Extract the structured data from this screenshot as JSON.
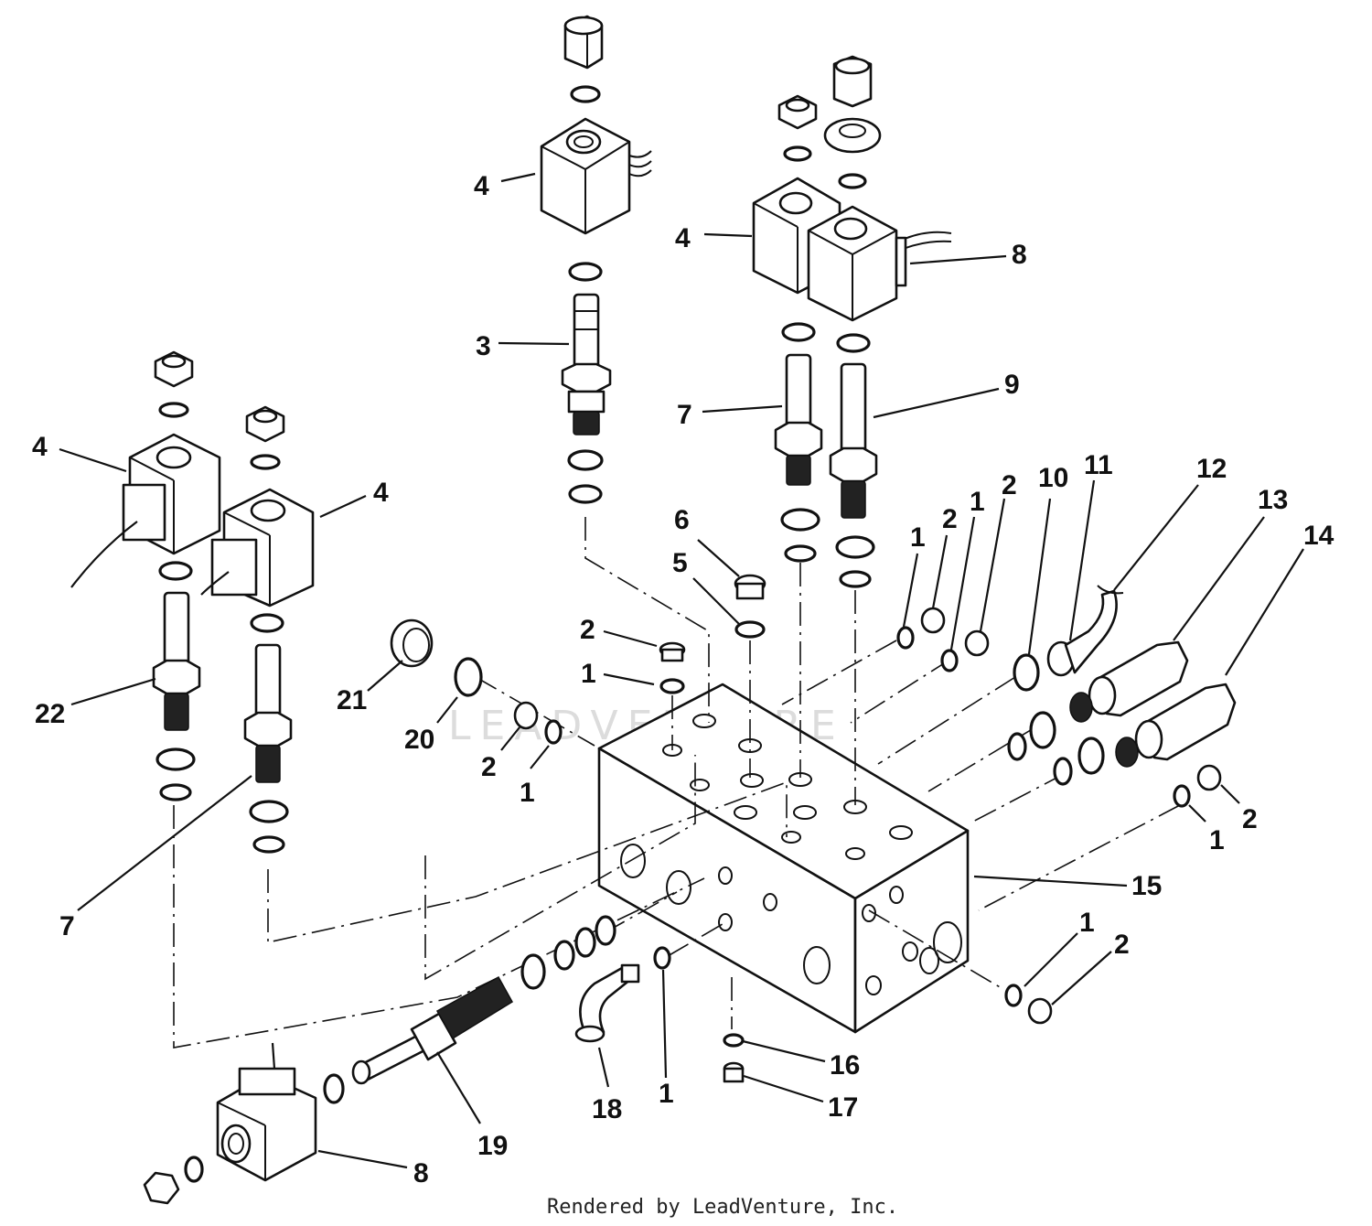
{
  "diagram": {
    "watermark": "LEADVENTURE",
    "credit": "Rendered by LeadVenture, Inc.",
    "callouts": [
      {
        "id": "c4a",
        "label": "4"
      },
      {
        "id": "c3",
        "label": "3"
      },
      {
        "id": "c4b",
        "label": "4"
      },
      {
        "id": "c8a",
        "label": "8"
      },
      {
        "id": "c7a",
        "label": "7"
      },
      {
        "id": "c9",
        "label": "9"
      },
      {
        "id": "c4c",
        "label": "4"
      },
      {
        "id": "c4d",
        "label": "4"
      },
      {
        "id": "c22",
        "label": "22"
      },
      {
        "id": "c7b",
        "label": "7"
      },
      {
        "id": "c6",
        "label": "6"
      },
      {
        "id": "c5",
        "label": "5"
      },
      {
        "id": "c2a",
        "label": "2"
      },
      {
        "id": "c1a",
        "label": "1"
      },
      {
        "id": "c21",
        "label": "21"
      },
      {
        "id": "c20",
        "label": "20"
      },
      {
        "id": "c2b",
        "label": "2"
      },
      {
        "id": "c1b",
        "label": "1"
      },
      {
        "id": "c1c",
        "label": "1"
      },
      {
        "id": "c2c",
        "label": "2"
      },
      {
        "id": "c1d",
        "label": "1"
      },
      {
        "id": "c2d",
        "label": "2"
      },
      {
        "id": "c10",
        "label": "10"
      },
      {
        "id": "c11",
        "label": "11"
      },
      {
        "id": "c12",
        "label": "12"
      },
      {
        "id": "c13",
        "label": "13"
      },
      {
        "id": "c14",
        "label": "14"
      },
      {
        "id": "c2e",
        "label": "2"
      },
      {
        "id": "c1e",
        "label": "1"
      },
      {
        "id": "c15",
        "label": "15"
      },
      {
        "id": "c1f",
        "label": "1"
      },
      {
        "id": "c2f",
        "label": "2"
      },
      {
        "id": "c16",
        "label": "16"
      },
      {
        "id": "c17",
        "label": "17"
      },
      {
        "id": "c18",
        "label": "18"
      },
      {
        "id": "c1g",
        "label": "1"
      },
      {
        "id": "c19",
        "label": "19"
      },
      {
        "id": "c8b",
        "label": "8"
      }
    ]
  }
}
